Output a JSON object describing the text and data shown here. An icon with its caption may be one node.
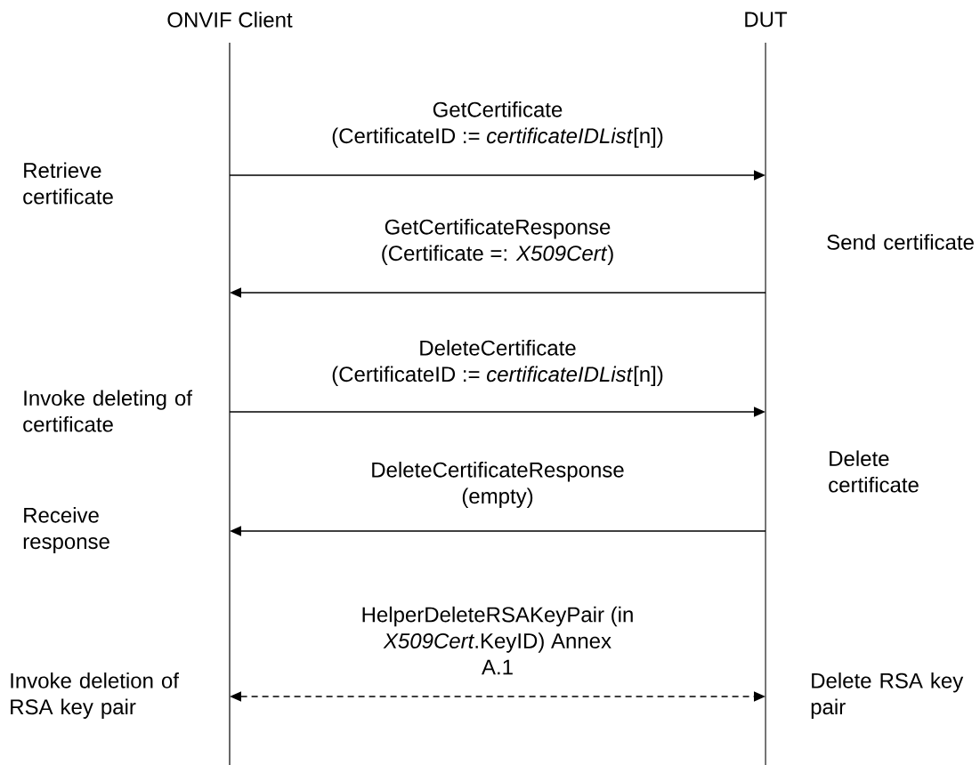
{
  "diagram": {
    "nodes": [
      {
        "text": [
          "ONVIF Client"
        ]
      },
      {
        "text": [
          "DUT"
        ]
      }
    ],
    "edges": [
      {
        "from": 0,
        "to": 1,
        "arrow": "to",
        "label": "GetCertificate (CertificateID := *certificateIDList*[n])"
      },
      {
        "from": 1,
        "to": 0,
        "arrow": "to",
        "label": "GetCertificateResponse (Certificate =: *X509Cert*)"
      },
      {
        "from": 0,
        "to": 1,
        "arrow": "to",
        "label": "DeleteCertificate (CertificateID := *certificateIDList*[n])"
      },
      {
        "from": 1,
        "to": 0,
        "arrow": "to",
        "label": "DeleteCertificateResponse (empty)"
      },
      {
        "from": 0,
        "to": 1,
        "arrow": "both",
        "style": "dashed",
        "label": "HelperDeleteRSAKeyPair (in *X509Cert*.KeyID) Annex A.1"
      }
    ],
    "labels": [
      "Retrieve certificate",
      "Send certificate",
      "Invoke deleting of certificate",
      "Delete certificate",
      "Receive response",
      "Invoke deletion of RSA key pair",
      "Delete RSA key pair"
    ]
  }
}
